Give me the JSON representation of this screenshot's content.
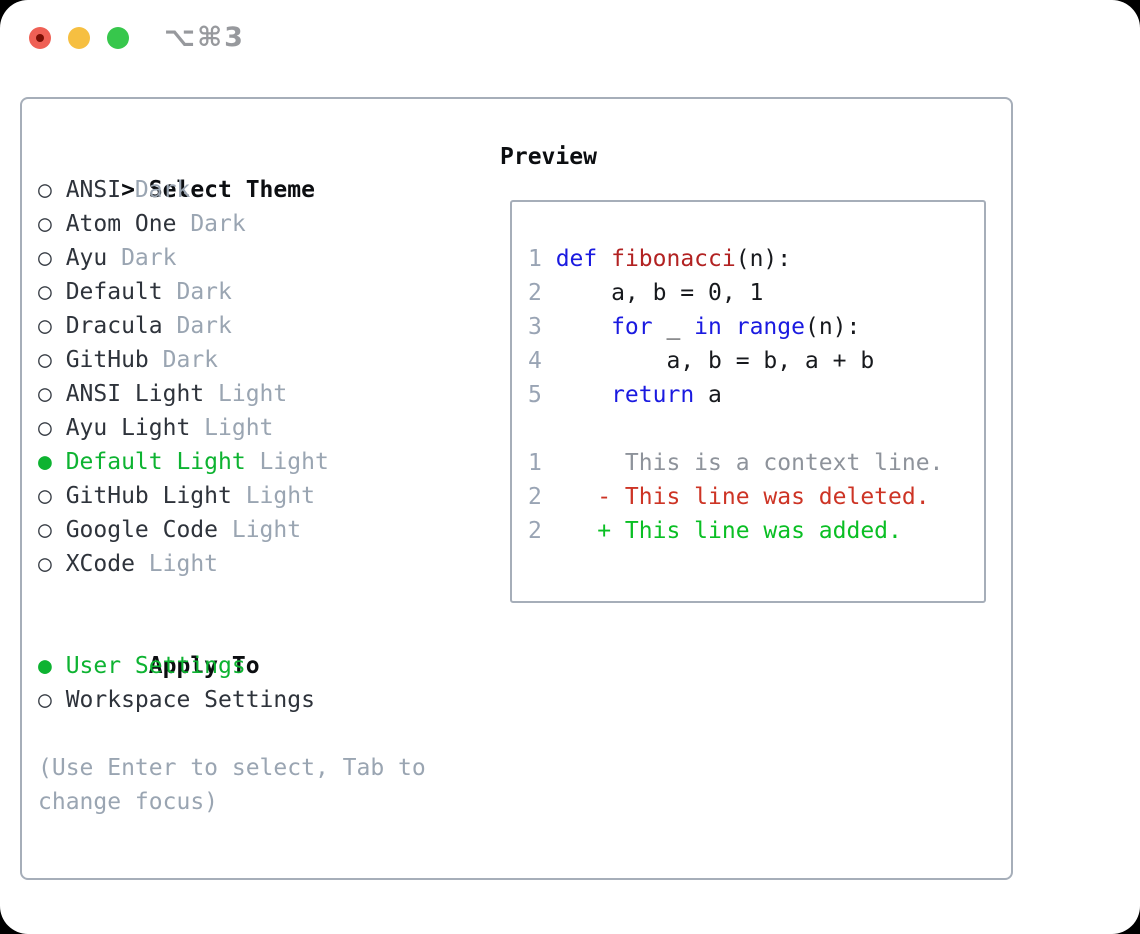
{
  "window": {
    "title": "⌥⌘3",
    "traffic_lights": {
      "close_color": "#ef6055",
      "close_dot_color": "#7a0f05",
      "minimize_color": "#f6bf41",
      "zoom_color": "#37c74c"
    }
  },
  "theme_selector": {
    "header_marker": ">",
    "header_label": "Select Theme",
    "items": [
      {
        "name": "ANSI",
        "variant": "Dark",
        "selected": false
      },
      {
        "name": "Atom One",
        "variant": "Dark",
        "selected": false
      },
      {
        "name": "Ayu",
        "variant": "Dark",
        "selected": false
      },
      {
        "name": "Default",
        "variant": "Dark",
        "selected": false
      },
      {
        "name": "Dracula",
        "variant": "Dark",
        "selected": false
      },
      {
        "name": "GitHub",
        "variant": "Dark",
        "selected": false
      },
      {
        "name": "ANSI Light",
        "variant": "Light",
        "selected": false
      },
      {
        "name": "Ayu Light",
        "variant": "Light",
        "selected": false
      },
      {
        "name": "Default Light",
        "variant": "Light",
        "selected": true
      },
      {
        "name": "GitHub Light",
        "variant": "Light",
        "selected": false
      },
      {
        "name": "Google Code",
        "variant": "Light",
        "selected": false
      },
      {
        "name": "XCode",
        "variant": "Light",
        "selected": false
      }
    ]
  },
  "apply_to": {
    "header": "Apply To",
    "options": [
      {
        "label": "User Settings",
        "selected": true
      },
      {
        "label": "Workspace Settings",
        "selected": false
      }
    ]
  },
  "hint": "(Use Enter to select, Tab to change focus)",
  "glyphs": {
    "radio_on": "●",
    "radio_off": "○"
  },
  "preview": {
    "title": "Preview",
    "code_lines": [
      {
        "n": "1",
        "tokens": [
          [
            "kw",
            "def"
          ],
          [
            "pl",
            " "
          ],
          [
            "fn",
            "fibonacci"
          ],
          [
            "pl",
            "(n):"
          ]
        ]
      },
      {
        "n": "2",
        "tokens": [
          [
            "pl",
            "    a, b = 0, 1"
          ]
        ]
      },
      {
        "n": "3",
        "tokens": [
          [
            "pl",
            "    "
          ],
          [
            "kw",
            "for"
          ],
          [
            "pl",
            " _ "
          ],
          [
            "kw",
            "in"
          ],
          [
            "pl",
            " "
          ],
          [
            "kw",
            "range"
          ],
          [
            "pl",
            "(n):"
          ]
        ]
      },
      {
        "n": "4",
        "tokens": [
          [
            "pl",
            "        a, b = b, a + b"
          ]
        ]
      },
      {
        "n": "5",
        "tokens": [
          [
            "pl",
            "    "
          ],
          [
            "kw",
            "return"
          ],
          [
            "pl",
            " a"
          ]
        ]
      }
    ],
    "diff_lines": [
      {
        "n": "1",
        "tokens": [
          [
            "ctx",
            "     This is a context line."
          ]
        ]
      },
      {
        "n": "2",
        "tokens": [
          [
            "pl",
            "   "
          ],
          [
            "del",
            "- This line was deleted."
          ]
        ]
      },
      {
        "n": "2",
        "tokens": [
          [
            "pl",
            "   "
          ],
          [
            "add",
            "+ This line was added."
          ]
        ]
      }
    ]
  },
  "colors": {
    "accent_green": "#0db331",
    "keyword_blue": "#1a1ae0",
    "function_red": "#b22222",
    "deleted_red": "#cd3425",
    "added_green": "#0abf24",
    "muted_gray": "#9aa5b2",
    "line_number_gray": "#99a4b4",
    "context_gray": "#8e939b",
    "border_gray": "#a6aeb9",
    "text_dark": "#2e333b"
  }
}
